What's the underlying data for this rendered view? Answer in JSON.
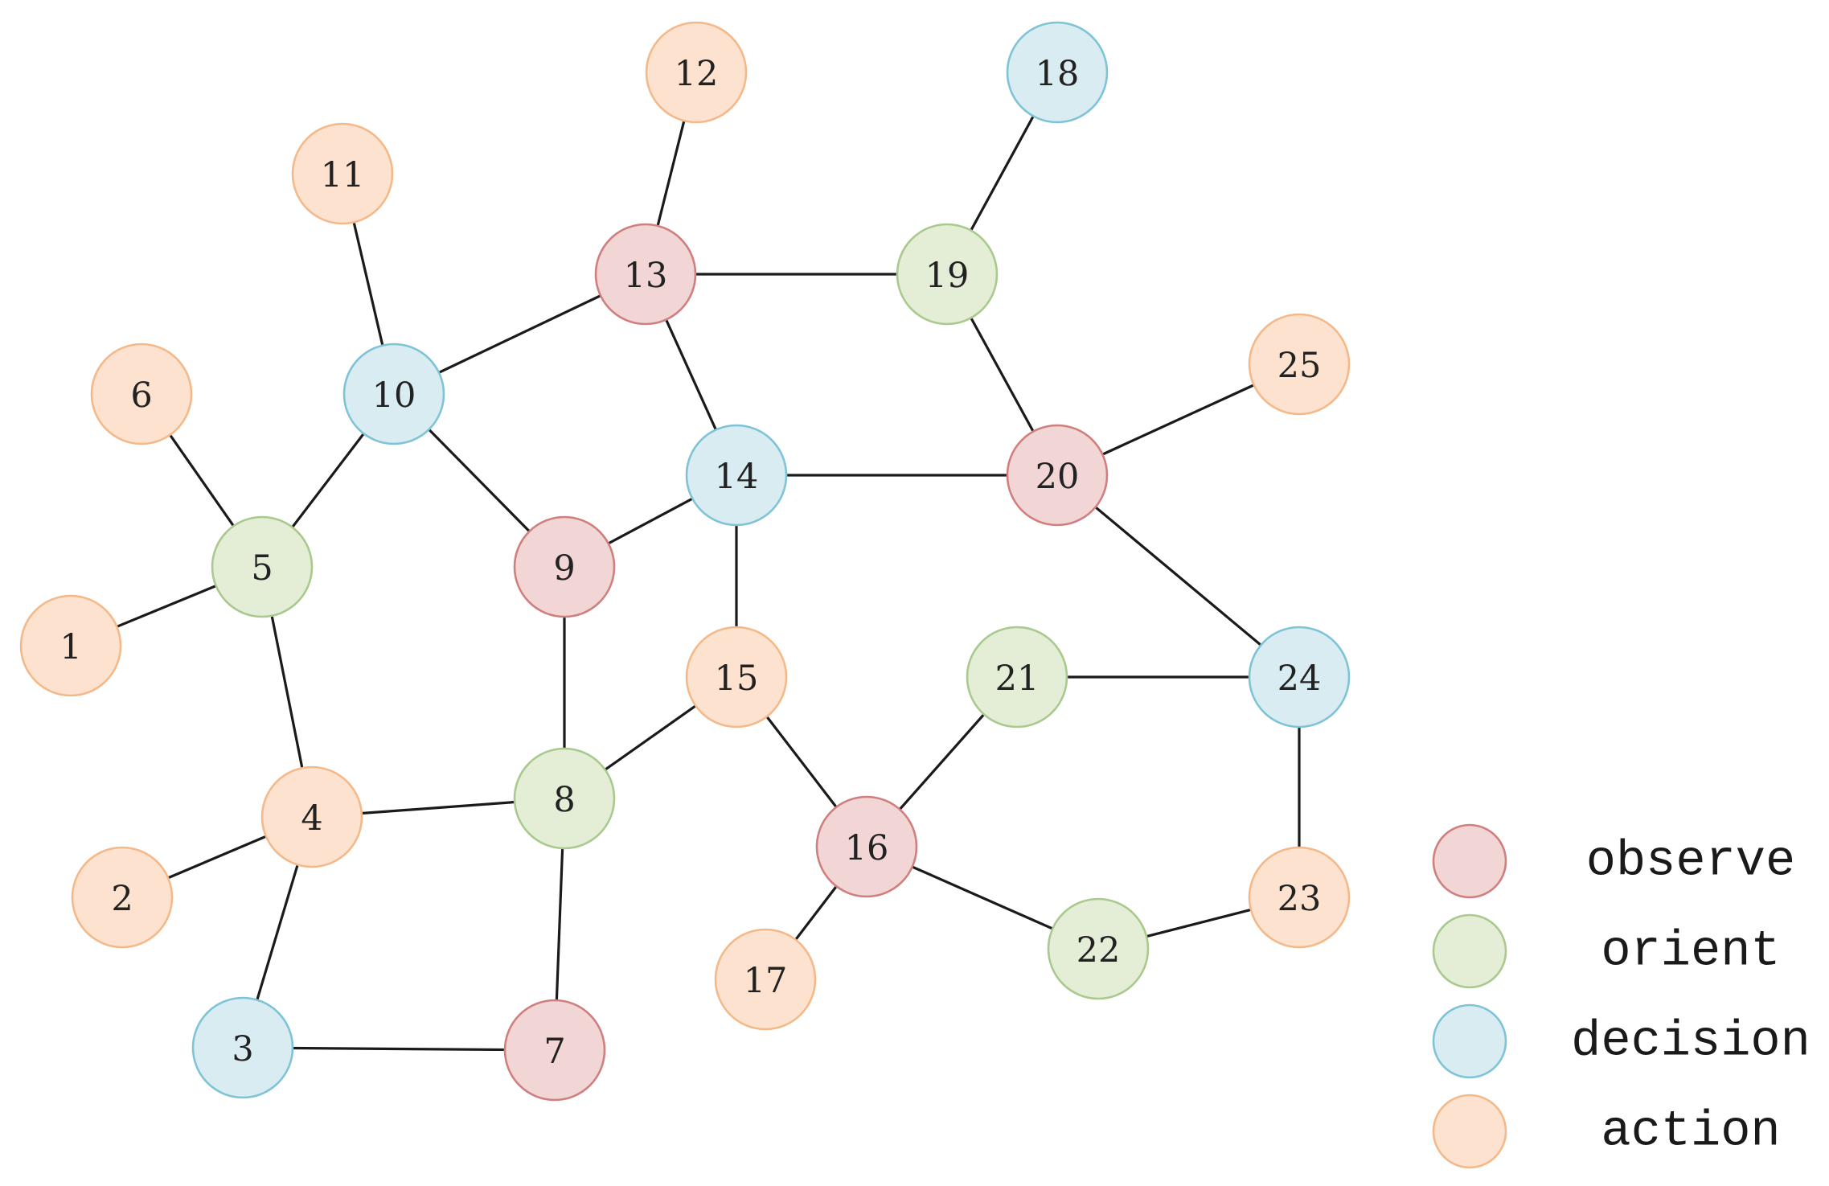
{
  "categories": {
    "observe": {
      "label": "observe",
      "fill": "#f2d5d5",
      "stroke": "#d07f7f"
    },
    "orient": {
      "label": "orient",
      "fill": "#e4edd6",
      "stroke": "#a9c98e"
    },
    "decision": {
      "label": "decision",
      "fill": "#d9ecf2",
      "stroke": "#7fc3d6"
    },
    "action": {
      "label": "action",
      "fill": "#fde3cf",
      "stroke": "#f4b98a"
    }
  },
  "legend": [
    "observe",
    "orient",
    "decision",
    "action"
  ],
  "nodes": [
    {
      "id": "1",
      "label": "1",
      "category": "action"
    },
    {
      "id": "2",
      "label": "2",
      "category": "action"
    },
    {
      "id": "3",
      "label": "3",
      "category": "decision"
    },
    {
      "id": "4",
      "label": "4",
      "category": "action"
    },
    {
      "id": "5",
      "label": "5",
      "category": "orient"
    },
    {
      "id": "6",
      "label": "6",
      "category": "action"
    },
    {
      "id": "7",
      "label": "7",
      "category": "observe"
    },
    {
      "id": "8",
      "label": "8",
      "category": "orient"
    },
    {
      "id": "9",
      "label": "9",
      "category": "observe"
    },
    {
      "id": "10",
      "label": "10",
      "category": "decision"
    },
    {
      "id": "11",
      "label": "11",
      "category": "action"
    },
    {
      "id": "12",
      "label": "12",
      "category": "action"
    },
    {
      "id": "13",
      "label": "13",
      "category": "observe"
    },
    {
      "id": "14",
      "label": "14",
      "category": "decision"
    },
    {
      "id": "15",
      "label": "15",
      "category": "action"
    },
    {
      "id": "16",
      "label": "16",
      "category": "observe"
    },
    {
      "id": "17",
      "label": "17",
      "category": "action"
    },
    {
      "id": "18",
      "label": "18",
      "category": "decision"
    },
    {
      "id": "19",
      "label": "19",
      "category": "orient"
    },
    {
      "id": "20",
      "label": "20",
      "category": "observe"
    },
    {
      "id": "21",
      "label": "21",
      "category": "orient"
    },
    {
      "id": "22",
      "label": "22",
      "category": "orient"
    },
    {
      "id": "23",
      "label": "23",
      "category": "action"
    },
    {
      "id": "24",
      "label": "24",
      "category": "decision"
    },
    {
      "id": "25",
      "label": "25",
      "category": "action"
    }
  ],
  "edges": [
    [
      "1",
      "5"
    ],
    [
      "6",
      "5"
    ],
    [
      "5",
      "10"
    ],
    [
      "5",
      "4"
    ],
    [
      "11",
      "10"
    ],
    [
      "10",
      "13"
    ],
    [
      "10",
      "9"
    ],
    [
      "12",
      "13"
    ],
    [
      "13",
      "19"
    ],
    [
      "13",
      "14"
    ],
    [
      "18",
      "19"
    ],
    [
      "19",
      "20"
    ],
    [
      "14",
      "20"
    ],
    [
      "14",
      "9"
    ],
    [
      "14",
      "15"
    ],
    [
      "25",
      "20"
    ],
    [
      "20",
      "24"
    ],
    [
      "9",
      "8"
    ],
    [
      "8",
      "15"
    ],
    [
      "8",
      "4"
    ],
    [
      "8",
      "7"
    ],
    [
      "2",
      "4"
    ],
    [
      "4",
      "3"
    ],
    [
      "3",
      "7"
    ],
    [
      "15",
      "16"
    ],
    [
      "16",
      "21"
    ],
    [
      "16",
      "22"
    ],
    [
      "16",
      "17"
    ],
    [
      "21",
      "24"
    ],
    [
      "24",
      "23"
    ],
    [
      "23",
      "22"
    ]
  ]
}
